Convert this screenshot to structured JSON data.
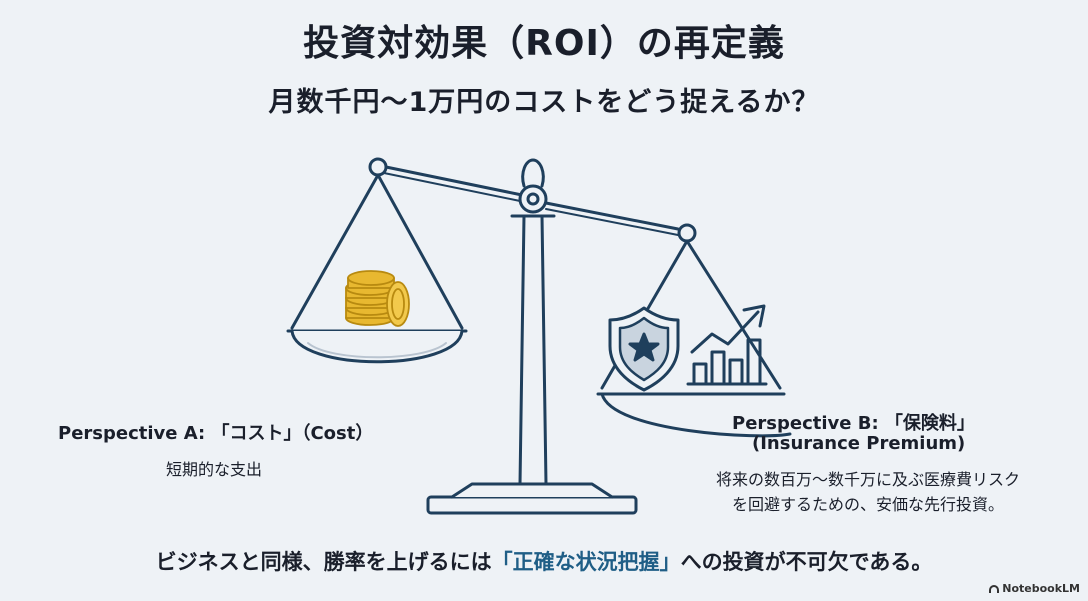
{
  "header": {
    "title": "投資対効果（ROI）の再定義",
    "subtitle": "月数千円〜1万円のコストをどう捉えるか？"
  },
  "perspective_a": {
    "title": "Perspective A: 「コスト」（Cost）",
    "description": "短期的な支出"
  },
  "perspective_b": {
    "title": "Perspective B: 「保険料」",
    "subtitle": "(Insurance Premium)",
    "description_lines": [
      "将来の数百万〜数千万に及ぶ医療費リスク",
      "を回避するための、安価な先行投資。"
    ]
  },
  "conclusion": {
    "before": "ビジネスと同様、勝率を上げるには",
    "highlight": "「正確な状況把握」",
    "after": "への投資が不可欠である。"
  },
  "branding": {
    "label": "NotebookLM"
  },
  "icons": {
    "left_pan": "coin-stack-icon",
    "right_pan_1": "shield-star-icon",
    "right_pan_2": "growth-chart-icon"
  },
  "colors": {
    "line": "#1f3f5c",
    "coin": "#e8b830",
    "highlight": "#1f5e86",
    "background": "#eef2f6"
  }
}
